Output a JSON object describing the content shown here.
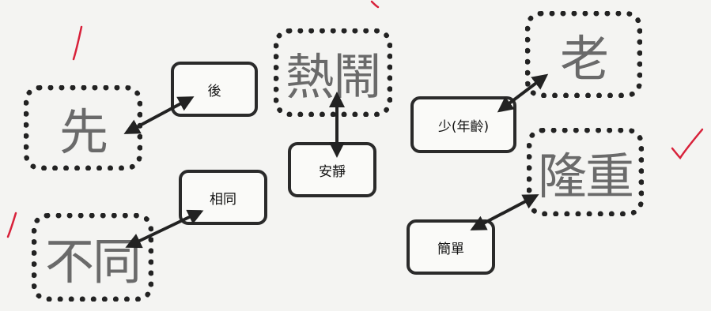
{
  "pairs": [
    {
      "printed": "後",
      "answer": "先"
    },
    {
      "printed": "相同",
      "answer": "不同"
    },
    {
      "printed": "安靜",
      "answer": "熱鬧"
    },
    {
      "printed": "少(年齡)",
      "answer": "老"
    },
    {
      "printed": "簡單",
      "answer": "隆重"
    }
  ],
  "colors": {
    "ink": "#222222",
    "check": "#d8213a"
  }
}
